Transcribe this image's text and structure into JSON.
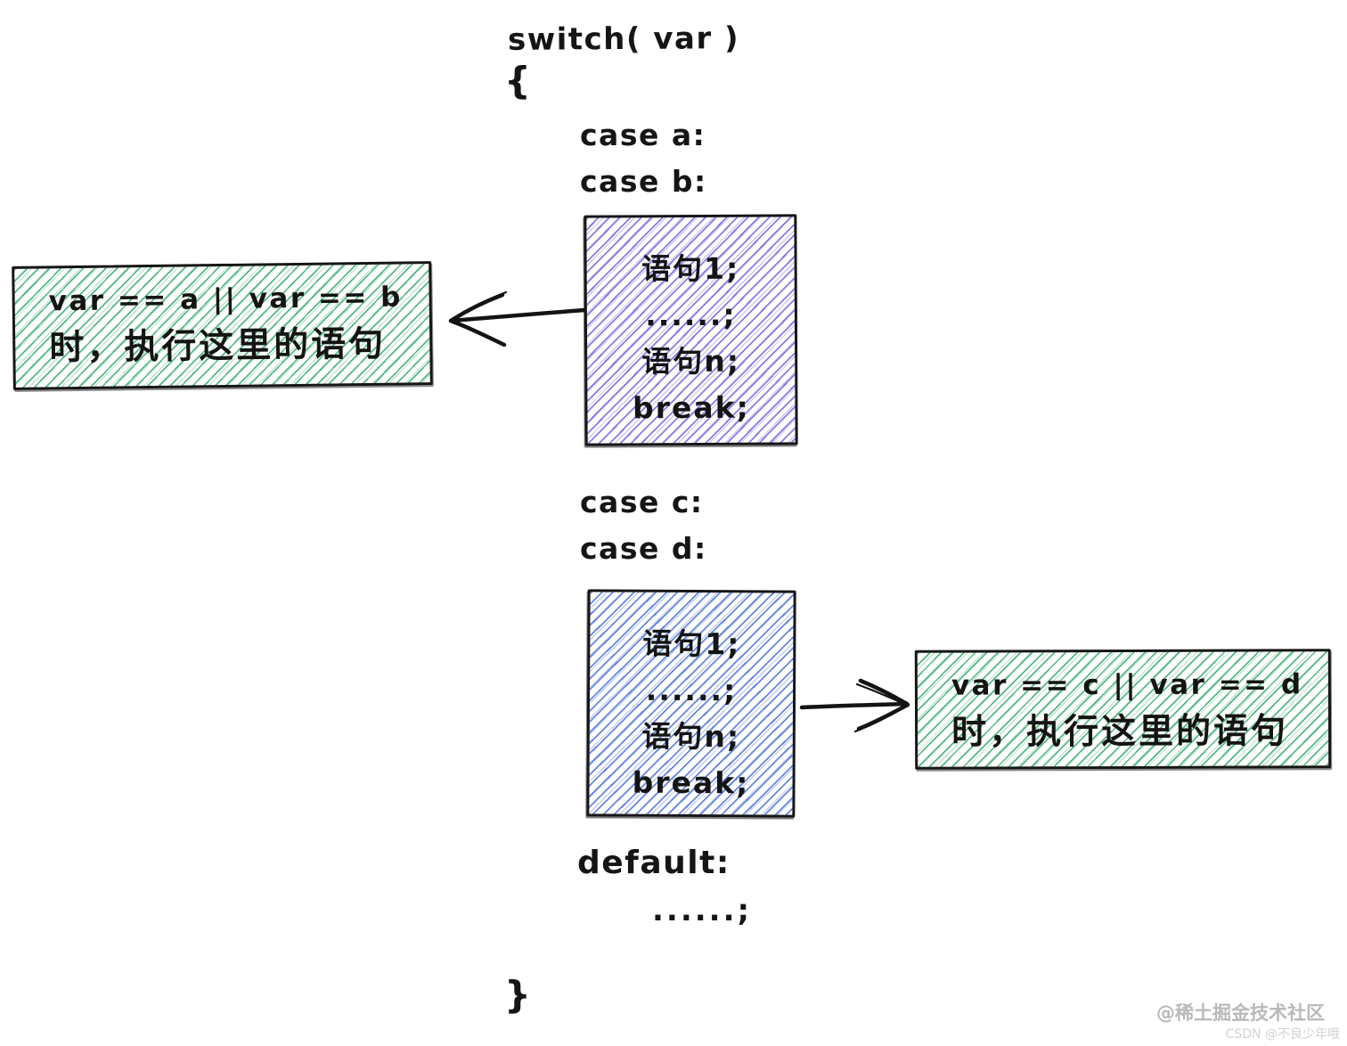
{
  "code": {
    "switch_line": "switch( var )",
    "open_brace": "{",
    "close_brace": "}",
    "case_a": "case a:",
    "case_b": "case b:",
    "case_c": "case c:",
    "case_d": "case d:",
    "default_label": "default:",
    "default_body": "......;"
  },
  "block_ab": {
    "line1": "语句1;",
    "line2": "......;",
    "line3": "语句n;",
    "line4": "break;"
  },
  "block_cd": {
    "line1": "语句1;",
    "line2": "......;",
    "line3": "语句n;",
    "line4": "break;"
  },
  "note_ab": {
    "line1": "var == a || var == b",
    "line2": "时，执行这里的语句"
  },
  "note_cd": {
    "line1": "var == c || var == d",
    "line2": "时，执行这里的语句"
  },
  "watermarks": {
    "juejin": "@稀土掘金技术社区",
    "csdn": "CSDN @不良少年哦"
  },
  "colors": {
    "ink": "#151515",
    "hatch_purple": "#8276e3",
    "hatch_blue": "#5f82da",
    "hatch_green": "#4cb47d",
    "watermark_primary": "#b9b9b9",
    "watermark_secondary": "#d2d2d2"
  }
}
